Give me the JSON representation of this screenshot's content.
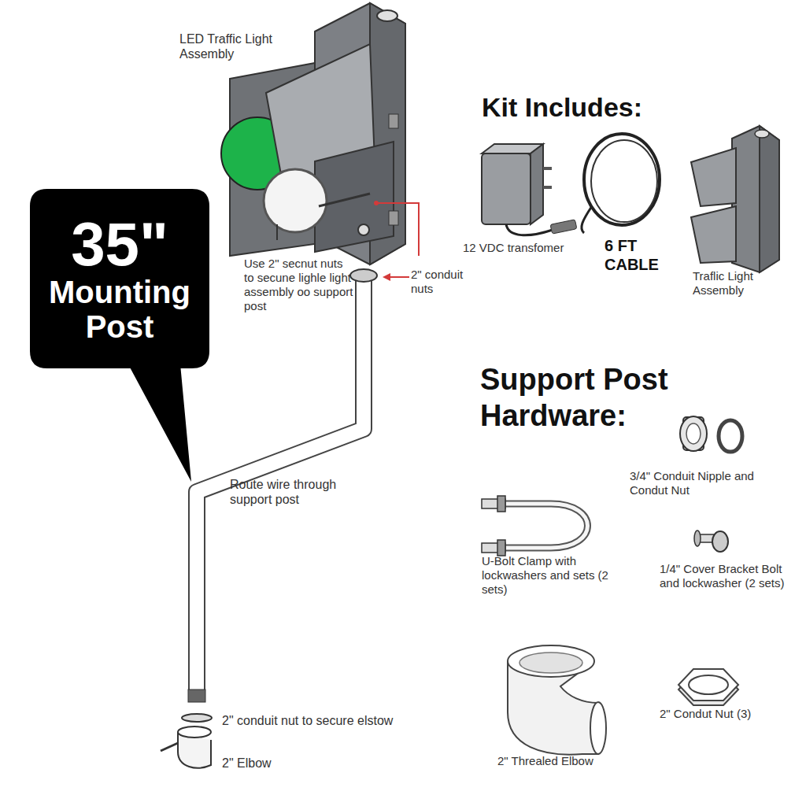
{
  "diagram": {
    "nodes": [
      {
        "text": [
          "35\"",
          "Mounting Post"
        ]
      }
    ],
    "labels": [
      "LED Traffic Light Assembly",
      "Use 2\" secnut nuts to secune lighle light assembly oo support post",
      "2\" conduit nuts",
      "Route wire through support post",
      "2\" conduit nut to secure elstow",
      "2\" Elbow",
      "Kit Includes:",
      "12 VDC transfomer",
      "6 FT CABLE",
      "Traflic Light Assembly",
      "Support Post Hardware:",
      "3/4\" Conduit Nipple and Condut Nut",
      "U-Bolt Clamp with lockwashers and sets (2 sets)",
      "1/4\" Cover Bracket Bolt and lockwasher (2 sets)",
      "2\" Threaled Elbow",
      "2\" Condut Nut (3)"
    ]
  }
}
